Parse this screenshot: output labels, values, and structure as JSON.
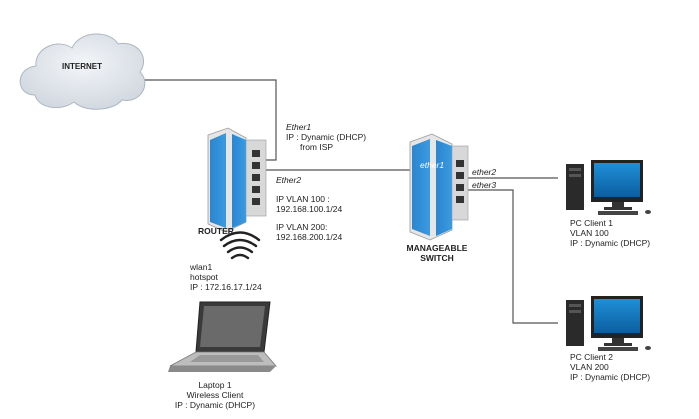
{
  "internet": {
    "label": "INTERNET"
  },
  "router": {
    "label": "ROUTER",
    "ether1_label": "Ether1",
    "ether1_ip": "IP : Dynamic (DHCP)",
    "ether1_ip_src": "from ISP",
    "ether2_label": "Ether2",
    "vlan100_title": "IP VLAN 100 :",
    "vlan100_addr": "192.168.100.1/24",
    "vlan200_title": "IP VLAN 200:",
    "vlan200_addr": "192.168.200.1/24"
  },
  "wlan": {
    "name": "wlan1",
    "mode": "hotspot",
    "ip": "IP   : 172.16.17.1/24"
  },
  "switch": {
    "port_label": "ether1",
    "label_line1": "MANAGEABLE",
    "label_line2": "SWITCH",
    "ether2_label": "ether2",
    "ether3_label": "ether3"
  },
  "pc1": {
    "name": "PC Client 1",
    "vlan": "VLAN 100",
    "ip": "IP : Dynamic (DHCP)"
  },
  "pc2": {
    "name": "PC Client 2",
    "vlan": "VLAN 200",
    "ip": "IP : Dynamic (DHCP)"
  },
  "laptop": {
    "name": "Laptop 1",
    "role": "Wireless Client",
    "ip": "IP : Dynamic (DHCP)"
  },
  "colors": {
    "device_blue": "#2f8fd6",
    "device_white": "#eeeeee",
    "cloud": "#dde3ea",
    "line": "#555555"
  }
}
